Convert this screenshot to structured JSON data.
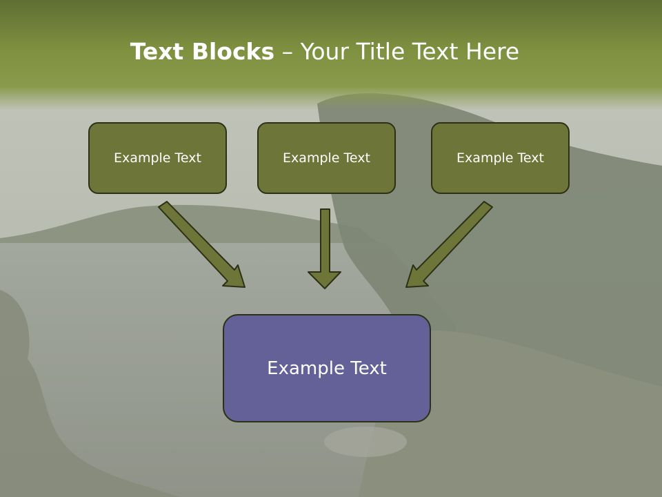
{
  "title": {
    "bold_part": "Text Blocks",
    "rest": " – Your Title Text Here"
  },
  "top_boxes": [
    {
      "label": "Example Text"
    },
    {
      "label": "Example Text"
    },
    {
      "label": "Example Text"
    }
  ],
  "bottom_box": {
    "label": "Example Text"
  },
  "colors": {
    "header": "#7f9040",
    "top_box_fill": "#6d7638",
    "bottom_box_fill": "#646198",
    "arrow_fill": "#6d7638",
    "outline": "#2b3016"
  }
}
